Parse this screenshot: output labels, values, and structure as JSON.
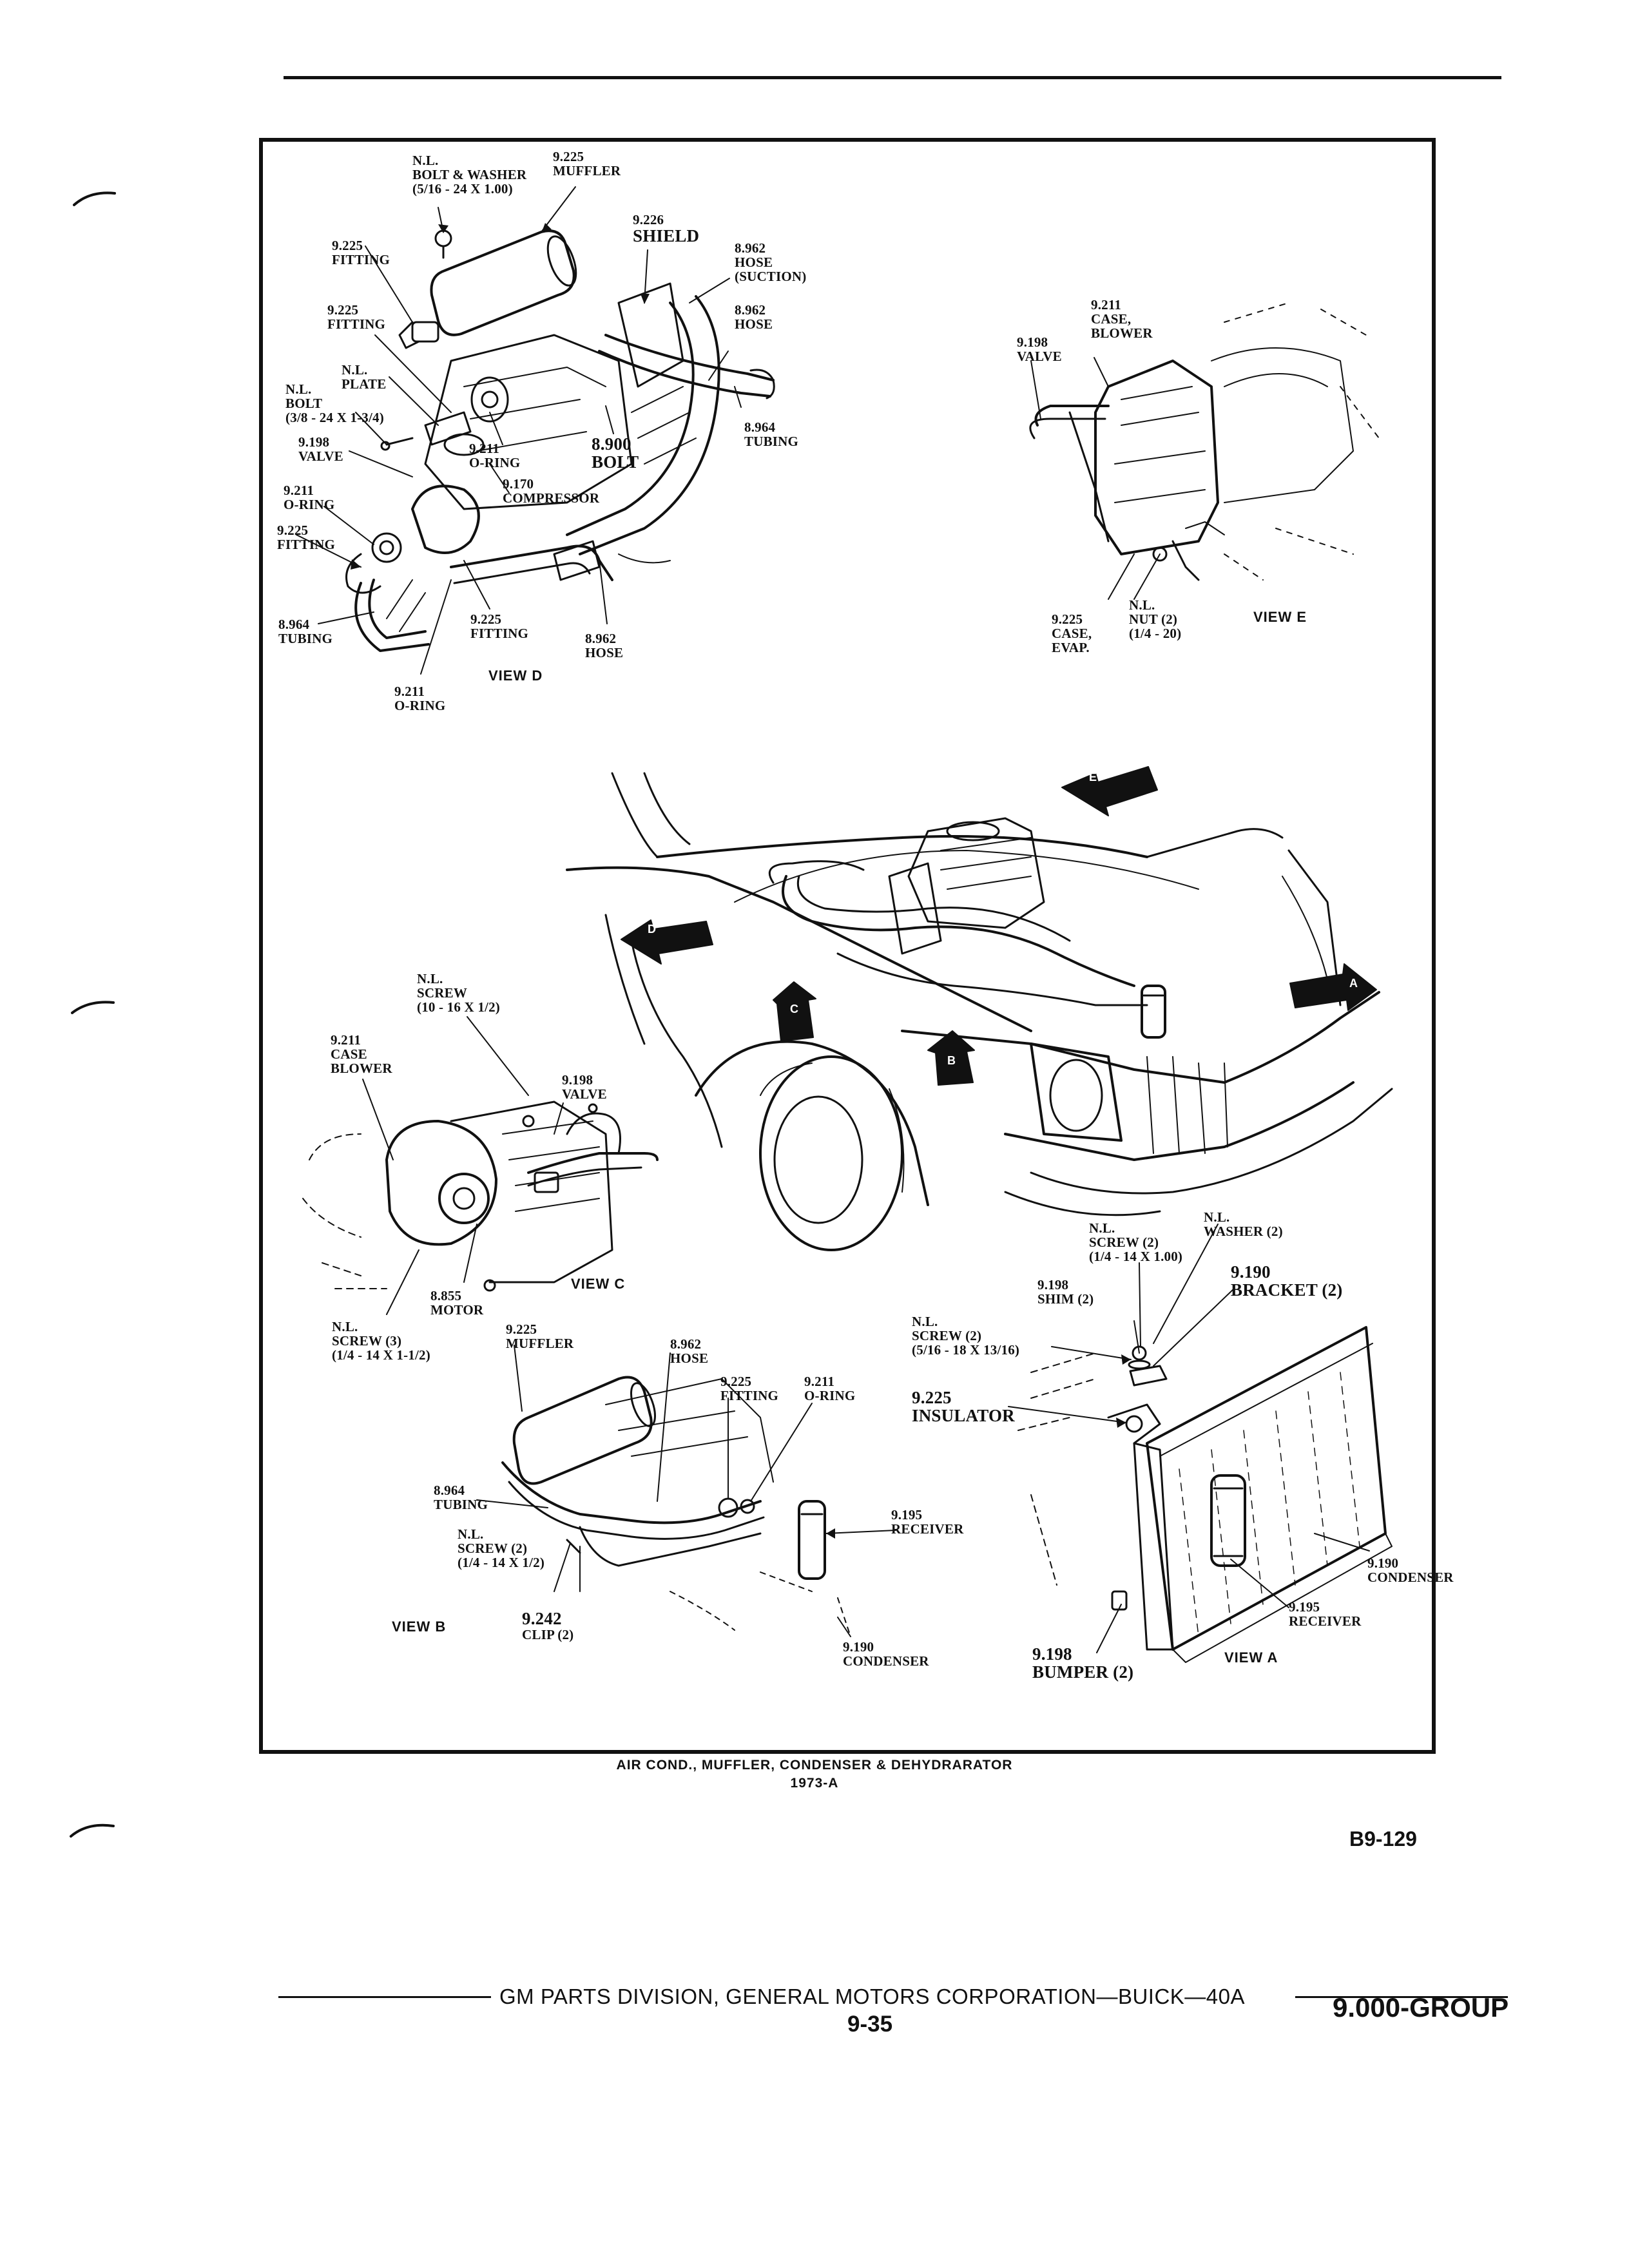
{
  "caption": {
    "line1": "AIR COND., MUFFLER, CONDENSER & DEHYDRARATOR",
    "line2": "1973-A"
  },
  "ref_number": "B9-129",
  "footer": {
    "text": "GM PARTS DIVISION, GENERAL MOTORS CORPORATION—BUICK—40A",
    "page": "9-35",
    "group": "9.000-GROUP"
  },
  "views": {
    "d": "VIEW D",
    "e": "VIEW E",
    "c": "VIEW C",
    "b": "VIEW B",
    "a": "VIEW A"
  },
  "arrow_letters": [
    "E",
    "D",
    "C",
    "B",
    "A"
  ],
  "labels": {
    "d_bolt_washer": [
      "N.L.",
      "BOLT & WASHER",
      "(5/16 - 24 x 1.00)"
    ],
    "d_muffler": [
      "9.225",
      "MUFFLER"
    ],
    "d_shield": [
      "9.226",
      "SHIELD"
    ],
    "d_hose_suction": [
      "8.962",
      "HOSE",
      "(SUCTION)"
    ],
    "d_fitting_1": [
      "9.225",
      "FITTING"
    ],
    "d_fitting_2": [
      "9.225",
      "FITTING"
    ],
    "d_hose_2": [
      "8.962",
      "HOSE"
    ],
    "d_plate": [
      "N.L.",
      "PLATE"
    ],
    "d_bolt_nl": [
      "N.L.",
      "BOLT",
      "(3/8 - 24 x 1-3/4)"
    ],
    "d_tubing_1": [
      "8.964",
      "TUBING"
    ],
    "d_valve": [
      "9.198",
      "VALVE"
    ],
    "d_oring_1": [
      "9.211",
      "O-RING"
    ],
    "d_bolt_8900": [
      "8.900",
      "BOLT"
    ],
    "d_compressor": [
      "9.170",
      "COMPRESSOR"
    ],
    "d_oring_2": [
      "9.211",
      "O-RING"
    ],
    "d_fitting_3": [
      "9.225",
      "FITTING"
    ],
    "d_tubing_2": [
      "8.964",
      "TUBING"
    ],
    "d_fitting_4": [
      "9.225",
      "FITTING"
    ],
    "d_hose_3": [
      "8.962",
      "HOSE"
    ],
    "d_oring_3": [
      "9.211",
      "O-RING"
    ],
    "e_case_blower": [
      "9.211",
      "CASE,",
      "BLOWER"
    ],
    "e_valve": [
      "9.198",
      "VALVE"
    ],
    "e_nut": [
      "N.L.",
      "NUT (2)",
      "(1/4 - 20)"
    ],
    "e_case_evap": [
      "9.225",
      "CASE,",
      "EVAP."
    ],
    "c_screw": [
      "N.L.",
      "SCREW",
      "(10 - 16 x 1/2)"
    ],
    "c_case_blower": [
      "9.211",
      "CASE",
      "BLOWER"
    ],
    "c_valve": [
      "9.198",
      "VALVE"
    ],
    "c_motor": [
      "8.855",
      "MOTOR"
    ],
    "c_screw_3": [
      "N.L.",
      "SCREW (3)",
      "(1/4 - 14 x 1-1/2)"
    ],
    "b_muffler": [
      "9.225",
      "MUFFLER"
    ],
    "b_hose": [
      "8.962",
      "HOSE"
    ],
    "b_fitting": [
      "9.225",
      "FITTING"
    ],
    "b_oring": [
      "9.211",
      "O-RING"
    ],
    "b_tubing": [
      "8.964",
      "TUBING"
    ],
    "b_screw": [
      "N.L.",
      "SCREW (2)",
      "(1/4 - 14 x 1/2)"
    ],
    "b_receiver": [
      "9.195",
      "RECEIVER"
    ],
    "b_clip": [
      "9.242",
      "CLIP (2)"
    ],
    "b_condenser": [
      "9.190",
      "CONDENSER"
    ],
    "a_screw_top": [
      "N.L.",
      "SCREW (2)",
      "(1/4 - 14 x 1.00)"
    ],
    "a_washer": [
      "N.L.",
      "WASHER (2)"
    ],
    "a_shim": [
      "9.198",
      "SHIM (2)"
    ],
    "a_bracket": [
      "9.190",
      "BRACKET (2)"
    ],
    "a_screw_side": [
      "N.L.",
      "SCREW (2)",
      "(5/16 - 18 x 13/16)"
    ],
    "a_insulator": [
      "9.225",
      "INSULATOR"
    ],
    "a_condenser": [
      "9.190",
      "CONDENSER"
    ],
    "a_receiver": [
      "9.195",
      "RECEIVER"
    ],
    "a_bumper": [
      "9.198",
      "BUMPER (2)"
    ]
  }
}
